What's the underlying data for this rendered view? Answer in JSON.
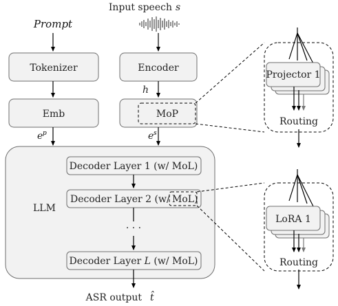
{
  "inputs": {
    "prompt": "Prompt",
    "speech_label": "Input speech",
    "speech_var": "s"
  },
  "left_branch": {
    "tokenizer": "Tokenizer",
    "emb": "Emb",
    "ep_label": "e",
    "ep_sup": "p"
  },
  "right_branch": {
    "encoder": "Encoder",
    "h_label": "h",
    "mop": "MoP",
    "es_label": "e",
    "es_sup": "s"
  },
  "llm": {
    "label": "LLM",
    "layer1": "Decoder Layer 1 (w/ MoL)",
    "layer2_prefix": "Decoder Layer 2 (w/",
    "layer2_mol": "MoL)",
    "ellipsis": "· · ·",
    "layerL_prefix": "Decoder Layer ",
    "layerL_var": "L",
    "layerL_suffix": " (w/ MoL)"
  },
  "output": {
    "label": "ASR output",
    "var": "t̂"
  },
  "zoom_projector": {
    "box": "Projector 1",
    "routing": "Routing"
  },
  "zoom_lora": {
    "box": "LoRA 1",
    "routing": "Routing"
  }
}
